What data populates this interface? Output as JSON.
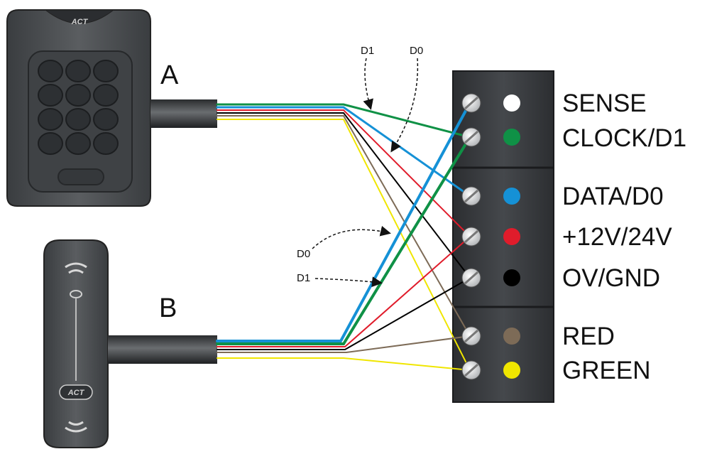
{
  "devices": {
    "keypad": {
      "label": "A",
      "brand": "ACT"
    },
    "proximity": {
      "label": "B",
      "brand": "ACT"
    }
  },
  "terminals": [
    {
      "label": "SENSE",
      "color": "#ffffff"
    },
    {
      "label": "CLOCK/D1",
      "color": "#0f9146"
    },
    {
      "label": "DATA/D0",
      "color": "#1591d6"
    },
    {
      "label": "+12V/24V",
      "color": "#e01c2b"
    },
    {
      "label": "OV/GND",
      "color": "#000000"
    },
    {
      "label": "RED",
      "color": "#7d6b57"
    },
    {
      "label": "GREEN",
      "color": "#f0e600"
    }
  ],
  "annotations": {
    "a_d1": "D1",
    "a_d0": "D0",
    "b_d0": "D0",
    "b_d1": "D1"
  },
  "wire_colors": {
    "green": "#0f9146",
    "blue": "#1591d6",
    "red": "#e01c2b",
    "black": "#000000",
    "brown": "#7d6b57",
    "yellow": "#f0e600"
  }
}
